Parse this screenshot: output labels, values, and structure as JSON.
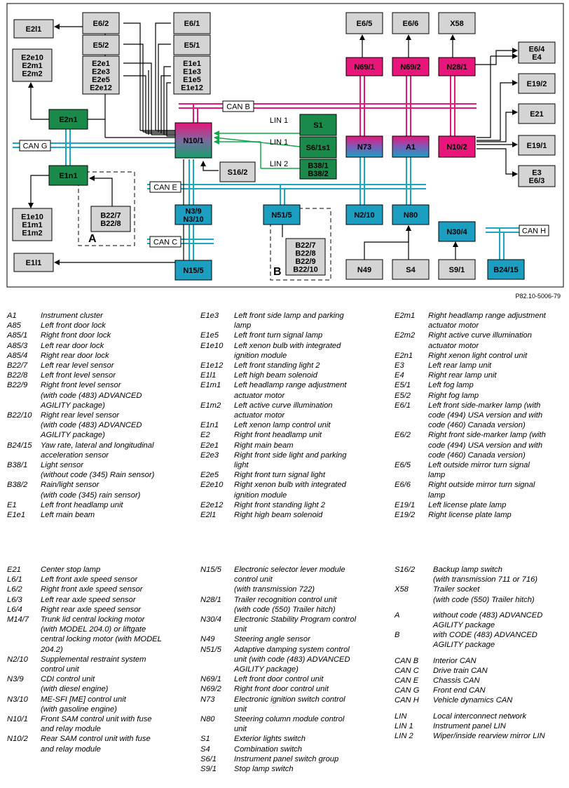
{
  "reference_code": "P82.10-5006-79",
  "colors": {
    "magenta_bus": "#e8157a",
    "cyan_bus": "#1ba7c4",
    "green_bus": "#12a84a",
    "gray_box": "#d4d4d4",
    "magenta_node": "#e8157a",
    "cyan_node": "#1c9ec0",
    "green_node": "#1a8a4a",
    "frame": "#000000"
  },
  "diagram": {
    "buses": {
      "can_b": "CAN B",
      "can_g": "CAN G",
      "can_e": "CAN E",
      "can_c": "CAN C",
      "can_h": "CAN H",
      "lin_1a": "LIN 1",
      "lin_1b": "LIN 1",
      "lin_2": "LIN 2"
    },
    "group_labels": {
      "a": "A",
      "b": "B"
    },
    "nodes": {
      "E2l1": "E2l1",
      "E6_2": "E6/2",
      "E5_2": "E5/2",
      "E6_1": "E6/1",
      "E5_1": "E5/1",
      "E2e_group": "E2e1\nE2e3\nE2e5\nE2e12",
      "E1e_group": "E1e1\nE1e3\nE1e5\nE1e12",
      "E2e10_group": "E2e10\nE2m1\nE2m2",
      "E2n1": "E2n1",
      "E1n1": "E1n1",
      "N10_1": "N10/1",
      "S1": "S1",
      "S6_1s1": "S6/1s1",
      "B38": "B38/1\nB38/2",
      "S16_2": "S16/2",
      "B22_A": "B22/7\nB22/8",
      "E1e10_group": "E1e10\nE1m1\nE1m2",
      "E1l1": "E1l1",
      "N3": "N3/9\nN3/10",
      "N15_5": "N15/5",
      "N51_5": "N51/5",
      "B22_B": "B22/7\nB22/8\nB22/9\nB22/10",
      "E6_5": "E6/5",
      "E6_6": "E6/6",
      "X58": "X58",
      "N69_1": "N69/1",
      "N69_2": "N69/2",
      "N28_1": "N28/1",
      "N73": "N73",
      "A1": "A1",
      "N10_2": "N10/2",
      "N2_10": "N2/10",
      "N80": "N80",
      "N49": "N49",
      "S4": "S4",
      "N30_4": "N30/4",
      "S9_1": "S9/1",
      "B24_15": "B24/15",
      "E6_4_E4": "E6/4\nE4",
      "E19_2": "E19/2",
      "E21": "E21",
      "E19_1": "E19/1",
      "E3_E6_3": "E3\nE6/3"
    }
  },
  "legend": {
    "block1": {
      "col1": [
        {
          "code": "A1",
          "desc": "Instrument cluster"
        },
        {
          "code": "A85",
          "desc": "Left front door lock"
        },
        {
          "code": "A85/1",
          "desc": "Right front door lock"
        },
        {
          "code": "A85/3",
          "desc": "Left rear door lock"
        },
        {
          "code": "A85/4",
          "desc": "Right rear door lock"
        },
        {
          "code": "B22/7",
          "desc": "Left rear level sensor"
        },
        {
          "code": "B22/8",
          "desc": "Left front level sensor"
        },
        {
          "code": "B22/9",
          "desc": "Right front level sensor\n(with code (483) ADVANCED\nAGILITY package)"
        },
        {
          "code": "B22/10",
          "desc": "Right rear level sensor\n(with code (483) ADVANCED\nAGILITY package)"
        },
        {
          "code": "B24/15",
          "desc": "Yaw rate, lateral and longitudinal\nacceleration sensor"
        },
        {
          "code": "B38/1",
          "desc": "Light sensor\n(without code (345) Rain sensor)"
        },
        {
          "code": "B38/2",
          "desc": "Rain/light sensor\n(with code (345) rain sensor)"
        },
        {
          "code": "E1",
          "desc": "Left front headlamp unit"
        },
        {
          "code": "E1e1",
          "desc": "Left main beam"
        }
      ],
      "col2": [
        {
          "code": "E1e3",
          "desc": "Left front side lamp and parking\nlamp"
        },
        {
          "code": "E1e5",
          "desc": "Left front turn signal lamp"
        },
        {
          "code": "E1e10",
          "desc": "Left xenon bulb with integrated\nignition module"
        },
        {
          "code": "E1e12",
          "desc": "Left front standing light 2"
        },
        {
          "code": "E1l1",
          "desc": "Left high beam solenoid"
        },
        {
          "code": "E1m1",
          "desc": "Left headlamp range adjustment\nactuator motor"
        },
        {
          "code": "E1m2",
          "desc": "Left active curve illumination\nactuator motor"
        },
        {
          "code": "E1n1",
          "desc": "Left xenon lamp control unit"
        },
        {
          "code": "E2",
          "desc": "Right front headlamp unit"
        },
        {
          "code": "E2e1",
          "desc": "Right main beam"
        },
        {
          "code": "E2e3",
          "desc": "Right front side light and parking\nlight"
        },
        {
          "code": "E2e5",
          "desc": "Right front turn signal light"
        },
        {
          "code": "E2e10",
          "desc": "Right xenon bulb with integrated\nignition module"
        },
        {
          "code": "E2e12",
          "desc": "Right front standing light 2"
        },
        {
          "code": "E2l1",
          "desc": "Right high beam solenoid"
        }
      ],
      "col3": [
        {
          "code": "E2m1",
          "desc": "Right headlamp range adjustment\nactuator motor"
        },
        {
          "code": "E2m2",
          "desc": "Right active curve illumination\nactuator motor"
        },
        {
          "code": "E2n1",
          "desc": "Right xenon light control unit"
        },
        {
          "code": "E3",
          "desc": "Left rear lamp unit"
        },
        {
          "code": "E4",
          "desc": "Right rear lamp unit"
        },
        {
          "code": "E5/1",
          "desc": "Left fog lamp"
        },
        {
          "code": "E5/2",
          "desc": "Right fog lamp"
        },
        {
          "code": "E6/1",
          "desc": "Left front side-marker lamp (with\ncode (494) USA version and with\ncode (460) Canada version)"
        },
        {
          "code": "E6/2",
          "desc": "Right front side-marker lamp (with\ncode (494) USA version and with\ncode (460) Canada version)"
        },
        {
          "code": "E6/5",
          "desc": "Left outside mirror turn signal\nlamp"
        },
        {
          "code": "E6/6",
          "desc": "Right outside mirror turn signal\nlamp"
        },
        {
          "code": "E19/1",
          "desc": "Left license plate lamp"
        },
        {
          "code": "E19/2",
          "desc": "Right license plate lamp"
        }
      ]
    },
    "block2": {
      "col1": [
        {
          "code": "E21",
          "desc": "Center stop lamp"
        },
        {
          "code": "L6/1",
          "desc": "Left front axle speed sensor"
        },
        {
          "code": "L6/2",
          "desc": "Right front axle speed sensor"
        },
        {
          "code": "L6/3",
          "desc": "Left rear axle speed sensor"
        },
        {
          "code": "L6/4",
          "desc": "Right rear axle speed sensor"
        },
        {
          "code": "M14/7",
          "desc": "Trunk lid central locking motor\n(with MODEL 204.0) or liftgate\ncentral locking motor (with MODEL\n204.2)"
        },
        {
          "code": "N2/10",
          "desc": "Supplemental restraint system\ncontrol unit"
        },
        {
          "code": "N3/9",
          "desc": "CDI control unit\n(with diesel engine)"
        },
        {
          "code": "N3/10",
          "desc": "ME-SFI [ME] control unit\n(with gasoline engine)"
        },
        {
          "code": "N10/1",
          "desc": "Front SAM control unit with fuse\nand relay module"
        },
        {
          "code": "N10/2",
          "desc": "Rear SAM control unit with fuse\nand relay module"
        }
      ],
      "col2": [
        {
          "code": "N15/5",
          "desc": "Electronic selector lever module\ncontrol unit\n(with transmission 722)"
        },
        {
          "code": "N28/1",
          "desc": "Trailer recognition control unit\n(with code (550) Trailer hitch)"
        },
        {
          "code": "N30/4",
          "desc": "Electronic Stability Program control\nunit"
        },
        {
          "code": "N49",
          "desc": "Steering angle sensor"
        },
        {
          "code": "N51/5",
          "desc": "Adaptive damping system control\nunit (with code (483) ADVANCED\nAGILITY package)"
        },
        {
          "code": "N69/1",
          "desc": "Left front door control unit"
        },
        {
          "code": "N69/2",
          "desc": "Right front door control unit"
        },
        {
          "code": "N73",
          "desc": "Electronic ignition switch control\nunit"
        },
        {
          "code": "N80",
          "desc": "Steering column module control\nunit"
        },
        {
          "code": "S1",
          "desc": "Exterior lights switch"
        },
        {
          "code": "S4",
          "desc": "Combination switch"
        },
        {
          "code": "S6/1",
          "desc": "Instrument panel switch group"
        },
        {
          "code": "S9/1",
          "desc": "Stop lamp switch"
        }
      ],
      "col3_a": [
        {
          "code": "S16/2",
          "desc": "Backup lamp switch\n(with transmission 711 or 716)"
        },
        {
          "code": "X58",
          "desc": "Trailer socket\n(with code (550) Trailer hitch)"
        }
      ],
      "col3_b": [
        {
          "code": "A",
          "desc": "without code (483) ADVANCED\nAGILITY package"
        },
        {
          "code": "B",
          "desc": "with CODE (483) ADVANCED\nAGILITY package"
        }
      ],
      "col3_c": [
        {
          "code": "CAN B",
          "desc": "Interior CAN"
        },
        {
          "code": "CAN C",
          "desc": "Drive train CAN"
        },
        {
          "code": "CAN E",
          "desc": "Chassis CAN"
        },
        {
          "code": "CAN G",
          "desc": "Front end CAN"
        },
        {
          "code": "CAN H",
          "desc": "Vehicle dynamics CAN"
        }
      ],
      "col3_d": [
        {
          "code": "LIN",
          "desc": "Local interconnect network"
        },
        {
          "code": "LIN 1",
          "desc": "Instrument panel LIN"
        },
        {
          "code": "LIN 2",
          "desc": "Wiper/inside rearview mirror LIN"
        }
      ]
    }
  }
}
